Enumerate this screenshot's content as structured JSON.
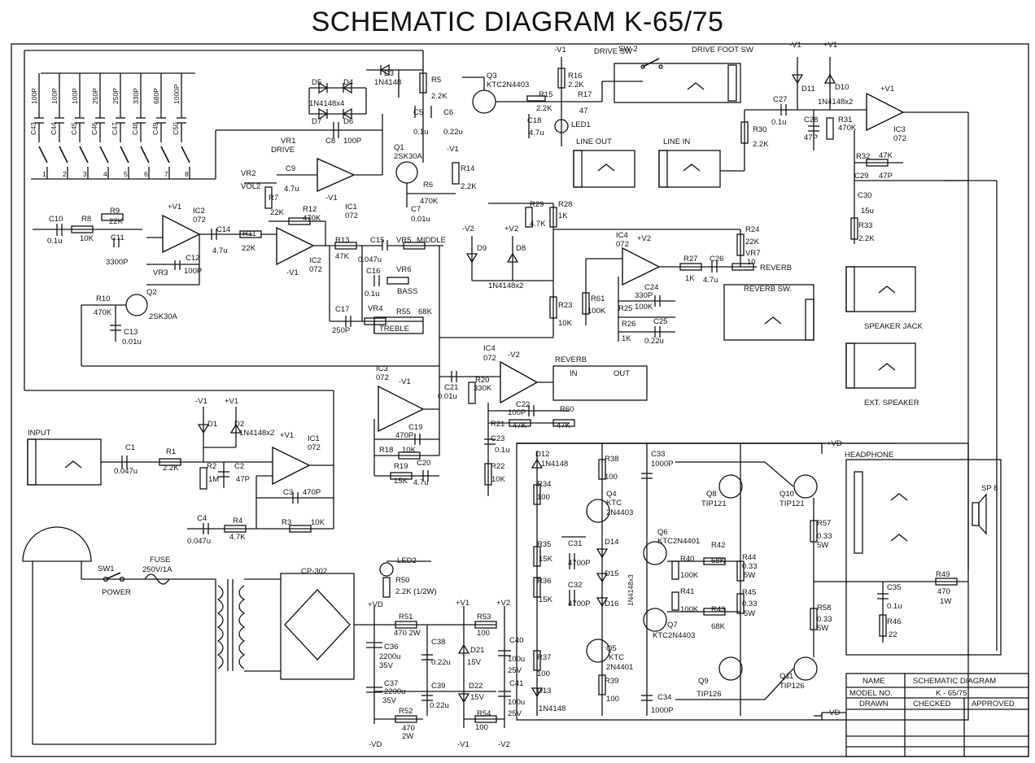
{
  "title": "SCHEMATIC DIAGRAM   K-65/75",
  "caps_bank": {
    "values": [
      "100P",
      "100P",
      "100P",
      "250P",
      "250P",
      "330P",
      "680P",
      "1000P"
    ],
    "refs": [
      "C43",
      "C44",
      "C45",
      "C46",
      "C47",
      "C48",
      "C49",
      "C50"
    ],
    "switch_numbers": [
      "1",
      "2",
      "3",
      "4",
      "5",
      "6",
      "7",
      "8"
    ]
  },
  "labels": {
    "d3": "D3",
    "d3v": "1N4148",
    "d5": "D5",
    "d4": "D4",
    "d7": "D7",
    "d6": "D6",
    "dx4": "1N4148x4",
    "vr1": "VR1",
    "drive": "DRIVE",
    "c8": "C8",
    "c8v": "100P",
    "r5": "R5",
    "r5v": "2.2K",
    "c5": "C5",
    "c5v": "0.1u",
    "c6": "C6",
    "c6v": "0.22u",
    "q1": "Q1",
    "q1v": "2SK30A",
    "q3": "Q3",
    "q3v": "KTC2N4403",
    "nv1a": "-V1",
    "r16": "R16",
    "r16v": "2.2K",
    "r15": "R15",
    "r15v": "2.2K",
    "r17": "R17",
    "r17v": "47",
    "c18": "C18",
    "c18v": "4.7u",
    "led1": "LED1",
    "drivesw": "DRIVE SW",
    "sw2": "SW-2",
    "drivefoot": "DRIVE FOOT SW",
    "lineout": "LINE OUT",
    "linein": "LINE IN",
    "nv1b": "-V1",
    "pv1a": "+V1",
    "d11": "D11",
    "d10": "D10",
    "dx2a": "1N4148x2",
    "c27": "C27",
    "c27v": "0.1u",
    "c28": "C28",
    "c28v": "47P",
    "r31": "R31",
    "r31v": "470K",
    "r30": "R30",
    "r30v": "2.2K",
    "pv1b": "+V1",
    "ic3a": "IC3",
    "ic3av": "072",
    "r32": "R32",
    "r32v": "47K",
    "c29": "C29",
    "c29v": "47P",
    "c30": "C30",
    "c30v": "15u",
    "r33": "R33",
    "r33v": "2.2K",
    "vr2": "VR2",
    "vol2": "VOL2",
    "c9": "C9",
    "c9v": "4.7u",
    "r7": "R7",
    "r7v": "22K",
    "ic1a": "IC1",
    "ic1av": "072",
    "nv1c": "-V1",
    "r14": "R14",
    "r14v": "2.2K",
    "r6": "R6",
    "r6v": "470K",
    "c7": "C7",
    "c7v": "0.01u",
    "nv1d": "-V1",
    "c10": "C10",
    "c10v": "0.1u",
    "r8": "R8",
    "r8v": "10K",
    "r9": "R9",
    "r9v": "22K",
    "c11": "C11",
    "c11v": "3300P",
    "pv1c": "+V1",
    "ic2a": "IC2",
    "ic2av": "072",
    "c14": "C14",
    "c14v": "4.7u",
    "r11": "R11",
    "r11v": "22K",
    "r12": "R12",
    "r12v": "470K",
    "ic2b": "IC2",
    "ic2bv": "072",
    "nv1e": "-V1",
    "r13": "R13",
    "r13v": "47K",
    "c15": "C15",
    "c15v": "0.047u",
    "vr5": "VR5",
    "middle": "MIDDLE",
    "c16": "C16",
    "c16v": "0.1u",
    "vr6": "VR6",
    "bass": "BASS",
    "c12": "C12",
    "c12v": "100P",
    "vr3": "VR3",
    "q2": "Q2",
    "q2v": "2SK30A",
    "r10": "R10",
    "r10v": "470K",
    "c13": "C13",
    "c13v": "0.01u",
    "c17": "C17",
    "c17v": "250P",
    "vr4": "VR4",
    "treble": "TREBLE",
    "r55": "R55",
    "r55v": "68K",
    "r29": "R29",
    "r29v": "4.7K",
    "r28": "R28",
    "r28v": "1K",
    "nv2a": "-V2",
    "pv2a": "+V2",
    "d9": "D9",
    "d8": "D8",
    "dx2b": "1N4148x2",
    "r23": "R23",
    "r23v": "10K",
    "ic4a": "IC4",
    "ic4av": "072",
    "pv2b": "+V2",
    "r24": "R24",
    "r24v": "22K",
    "vr7": "VR7",
    "vr7v": "10",
    "reverb": "REVERB",
    "r27": "R27",
    "r27v": "1K",
    "c26": "C26",
    "c26v": "4.7u",
    "r61": "R61",
    "r61v": "100K",
    "c24": "C24",
    "c24v": "330P",
    "r25": "R25",
    "r25v": "100K",
    "r26": "R26",
    "r26v": "1K",
    "c25": "C25",
    "c25v": "0.22u",
    "reverbsw": "REVERB SW.",
    "speakerjack": "SPEAKER JACK",
    "extspeaker": "EXT. SPEAKER",
    "ic3b": "IC3",
    "ic3bv": "072",
    "nv1f": "-V1",
    "c21": "C21",
    "c21v": "0.01u",
    "r20": "R20",
    "r20v": "330K",
    "ic4b": "IC4",
    "ic4bv": "072",
    "nv2b": "-V2",
    "reverbtank": "REVERB",
    "in": "IN",
    "out": "OUT",
    "c22": "C22",
    "c22v": "100P",
    "r21": "R21",
    "r21v": "47K",
    "r60": "R60",
    "r60v": "47K",
    "c19": "C19",
    "c19v": "470P",
    "r18": "R18",
    "r18v": "10K",
    "r19": "R19",
    "r19v": "15K",
    "c20": "C20",
    "c20v": "4.7u",
    "c23": "C23",
    "c23v": "0.1u",
    "r22": "R22",
    "r22v": "10K",
    "input": "INPUT",
    "nv1g": "-V1",
    "pv1d": "+V1",
    "d1": "D1",
    "d2": "D2",
    "dx2c": "1N4148x2",
    "c1": "C1",
    "c1v": "0.047u",
    "r1": "R1",
    "r1v": "2.2K",
    "r2": "R2",
    "r2v": "1M",
    "c2": "C2",
    "c2v": "47P",
    "pv1e": "+V1",
    "ic1b": "IC1",
    "ic1bv": "072",
    "c3": "C3",
    "c3v": "470P",
    "r3": "R3",
    "r3v": "10K",
    "c4": "C4",
    "c4v": "0.047u",
    "r4": "R4",
    "r4v": "4.7K",
    "sw1": "SW1",
    "power": "POWER",
    "fuse": "FUSE",
    "fusev": "250V/1A",
    "cp302": "CP-302",
    "led2": "LED2",
    "r50": "R50",
    "r50v": "2.2K  (1/2W)",
    "pvd": "+VD",
    "pv1f": "+V1",
    "pv2c": "+V2",
    "r51": "R51",
    "r51v": "470   2W",
    "r53": "R53",
    "r53v": "100",
    "c36": "C36",
    "c36v": "2200u",
    "c36w": "35V",
    "c38": "C38",
    "c38v": "0.22u",
    "d21": "D21",
    "d21v": "15V",
    "c40": "C40",
    "c40v": "100u",
    "c40w": "25V",
    "c37": "C37",
    "c37v": "2200u",
    "c37w": "35V",
    "c39": "C39",
    "c39v": "0.22u",
    "d22": "D22",
    "d22v": "15V",
    "c41": "C41",
    "c41v": "100u",
    "c41w": "25V",
    "r52": "R52",
    "r52v": "470",
    "r52w": "2W",
    "r54": "R54",
    "r54v": "100",
    "nvd": "-VD",
    "nv1h": "-V1",
    "nv2c": "-V2",
    "d12": "D12",
    "d12v": "1N4148",
    "r34": "R34",
    "r34v": "100",
    "r38": "R38",
    "r38v": "100",
    "c33": "C33",
    "c33v": "1000P",
    "pvd2": "+VD",
    "q4": "Q4",
    "q4v": "KTC",
    "q4w": "2N4403",
    "r35": "R35",
    "r35v": "15K",
    "c31": "C31",
    "c31v": "4700P",
    "d14": "D14",
    "r36": "R36",
    "r36v": "15K",
    "c32": "C32",
    "c32v": "4700P",
    "d15": "D15",
    "d16": "D16",
    "dx3": "1N4148x3",
    "q6": "Q6",
    "q6v": "KTC2N4401",
    "r40": "R40",
    "r40v": "100K",
    "r42": "R42",
    "r42v": "68K",
    "r44": "R44",
    "r44v": "0.33",
    "r44w": "5W",
    "r41": "R41",
    "r41v": "100K",
    "r43": "R43",
    "r43v": "68K",
    "r45": "R45",
    "r45v": "0.33",
    "r45w": "5W",
    "q7": "Q7",
    "q7v": "KTC2N4403",
    "q5": "Q5",
    "q5v": "KTC",
    "q5w": "2N4401",
    "r37": "R37",
    "r37v": "100",
    "r39": "R39",
    "r39v": "100",
    "d13": "D13",
    "d13v": "1N4148",
    "c34": "C34",
    "c34v": "1000P",
    "q8": "Q8",
    "q8v": "TIP121",
    "q10": "Q10",
    "q10v": "TIP121",
    "q9": "Q9",
    "q9v": "TIP126",
    "q11": "Q11",
    "q11v": "TIP126",
    "r57": "R57",
    "r57v": "0.33",
    "r57w": "5W",
    "r58": "R58",
    "r58v": "0.33",
    "r58w": "5W",
    "nvd2": "-VD",
    "headphone": "HEADPHONE",
    "sp8": "SP 8",
    "r49": "R49",
    "r49v": "470",
    "r49w": "1W",
    "c35": "C35",
    "c35v": "0.1u",
    "r46": "R46",
    "r46v": "22"
  },
  "title_block": {
    "name_label": "NAME",
    "name_value": "SCHEMATIC DIAGRAM",
    "model_label": "MODEL NO.",
    "model_value": "K - 65/75",
    "drawn": "DRAWN",
    "checked": "CHECKED",
    "approved": "APPROVED"
  }
}
